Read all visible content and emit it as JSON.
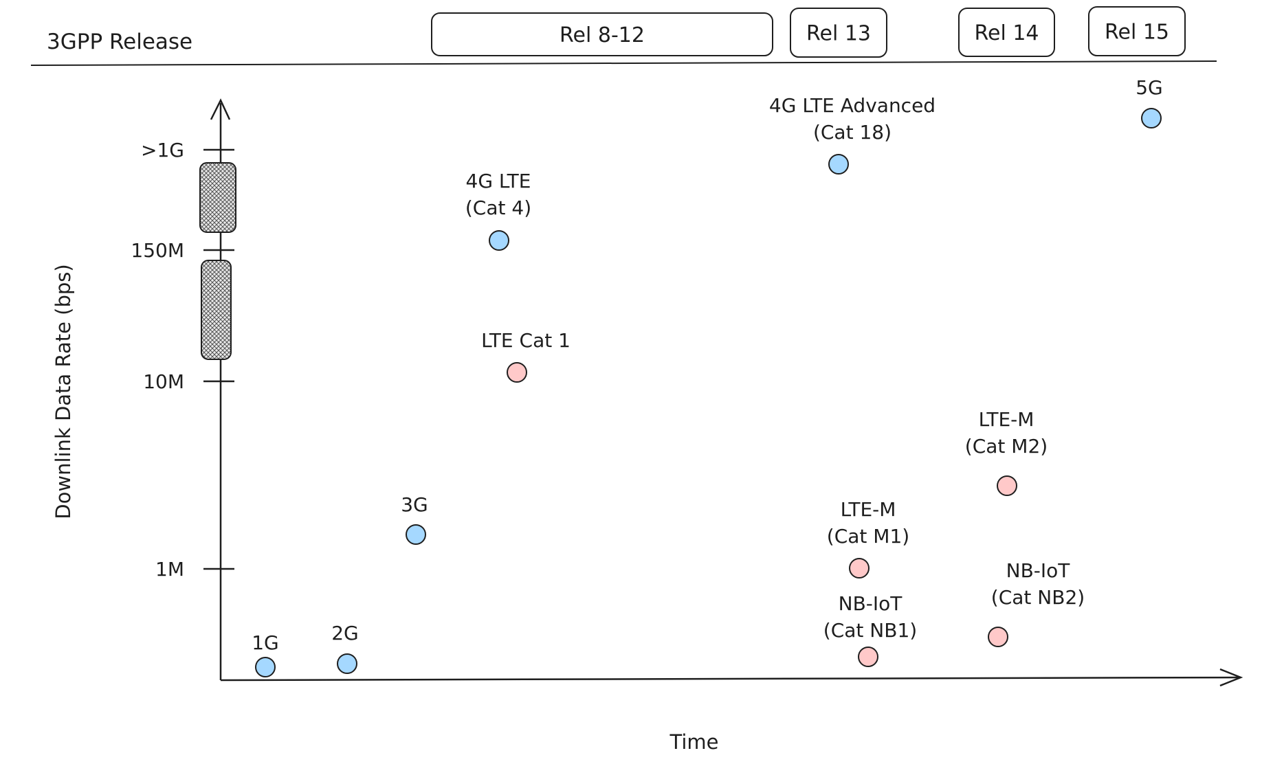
{
  "header": {
    "label": "3GPP Release",
    "releases": [
      {
        "label": "Rel 8-12"
      },
      {
        "label": "Rel 13"
      },
      {
        "label": "Rel 14"
      },
      {
        "label": "Rel 15"
      }
    ]
  },
  "axes": {
    "y_label": "Downlink Data Rate (bps)",
    "x_label": "Time",
    "y_ticks": [
      {
        "label": ">1G"
      },
      {
        "label": "150M"
      },
      {
        "label": "10M"
      },
      {
        "label": "1M"
      }
    ]
  },
  "colors": {
    "blue": "#a5d8ff",
    "pink": "#ffc9c9",
    "stroke": "#1e1e1e"
  },
  "points": [
    {
      "lines": [
        "1G"
      ],
      "color": "blue"
    },
    {
      "lines": [
        "2G"
      ],
      "color": "blue"
    },
    {
      "lines": [
        "3G"
      ],
      "color": "blue"
    },
    {
      "lines": [
        "4G LTE",
        "(Cat 4)"
      ],
      "color": "blue"
    },
    {
      "lines": [
        "LTE Cat 1"
      ],
      "color": "pink"
    },
    {
      "lines": [
        "4G LTE Advanced",
        "(Cat 18)"
      ],
      "color": "blue"
    },
    {
      "lines": [
        "5G"
      ],
      "color": "blue"
    },
    {
      "lines": [
        "LTE-M",
        "(Cat M2)"
      ],
      "color": "pink"
    },
    {
      "lines": [
        "LTE-M",
        "(Cat M1)"
      ],
      "color": "pink"
    },
    {
      "lines": [
        "NB-IoT",
        "(Cat NB1)"
      ],
      "color": "pink"
    },
    {
      "lines": [
        "NB-IoT",
        "(Cat NB2)"
      ],
      "color": "pink"
    }
  ]
}
